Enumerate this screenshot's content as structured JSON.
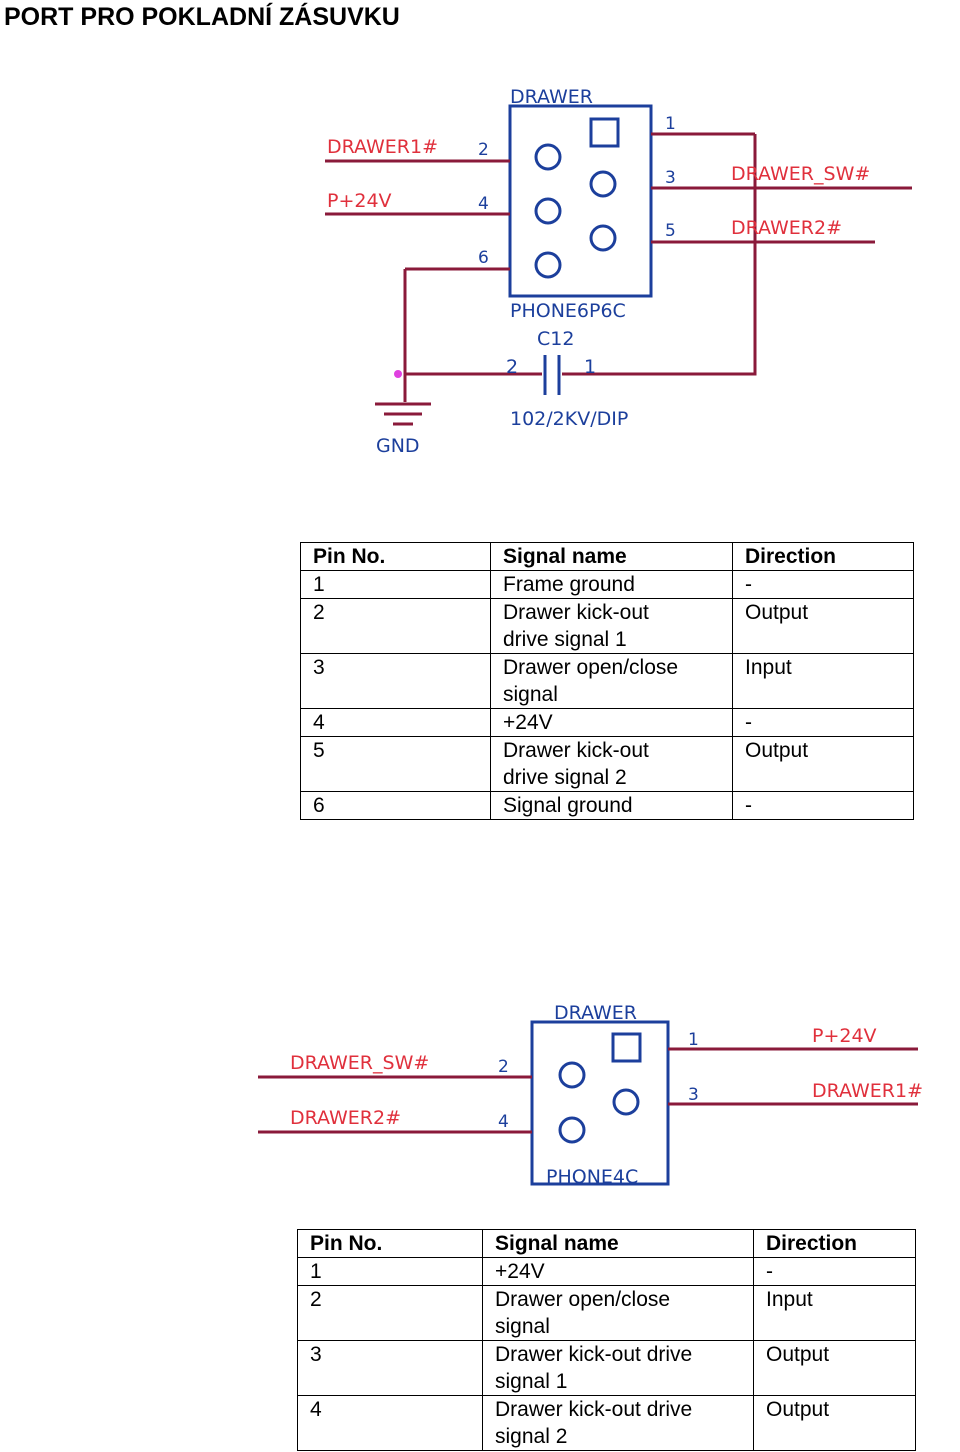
{
  "page_title": "PORT PRO POKLADNÍ ZÁSUVKU",
  "schematic1": {
    "connector_title": "DRAWER",
    "connector_model": "PHONE6P6C",
    "cap_ref": "C12",
    "cap_value": "102/2KV/DIP",
    "cap_pin_left": "2",
    "cap_pin_right": "1",
    "gnd_label": "GND",
    "net_drawer1": "DRAWER1#",
    "net_p24v": "P+24V",
    "net_drawer_sw": "DRAWER_SW#",
    "net_drawer2": "DRAWER2#",
    "pins": [
      "1",
      "2",
      "3",
      "4",
      "5",
      "6"
    ]
  },
  "table1": {
    "headers": [
      "Pin No.",
      "Signal name",
      "Direction"
    ],
    "rows": [
      {
        "pin": "1",
        "name_l1": "Frame ground",
        "name_l2": "",
        "dir": "-"
      },
      {
        "pin": "2",
        "name_l1": "Drawer kick-out",
        "name_l2": "drive signal 1",
        "dir": "Output"
      },
      {
        "pin": "3",
        "name_l1": "Drawer open/close",
        "name_l2": "signal",
        "dir": "Input"
      },
      {
        "pin": "4",
        "name_l1": "+24V",
        "name_l2": "",
        "dir": "-"
      },
      {
        "pin": "5",
        "name_l1": "Drawer kick-out",
        "name_l2": "drive signal 2",
        "dir": "Output"
      },
      {
        "pin": "6",
        "name_l1": "Signal ground",
        "name_l2": "",
        "dir": "-"
      }
    ]
  },
  "schematic2": {
    "connector_title": "DRAWER",
    "connector_model": "PHONE4C",
    "net_drawer_sw": "DRAWER_SW#",
    "net_drawer2": "DRAWER2#",
    "net_p24v": "P+24V",
    "net_drawer1": "DRAWER1#",
    "pins": [
      "1",
      "2",
      "3",
      "4"
    ]
  },
  "table2": {
    "headers": [
      "Pin No.",
      "Signal name",
      "Direction"
    ],
    "rows": [
      {
        "pin": "1",
        "name_l1": "+24V",
        "name_l2": "",
        "dir": "-"
      },
      {
        "pin": "2",
        "name_l1": "Drawer open/close",
        "name_l2": "signal",
        "dir": "Input"
      },
      {
        "pin": "3",
        "name_l1": "Drawer kick-out drive",
        "name_l2": "signal 1",
        "dir": "Output"
      },
      {
        "pin": "4",
        "name_l1": "Drawer kick-out drive",
        "name_l2": "signal 2",
        "dir": "Output"
      }
    ]
  }
}
